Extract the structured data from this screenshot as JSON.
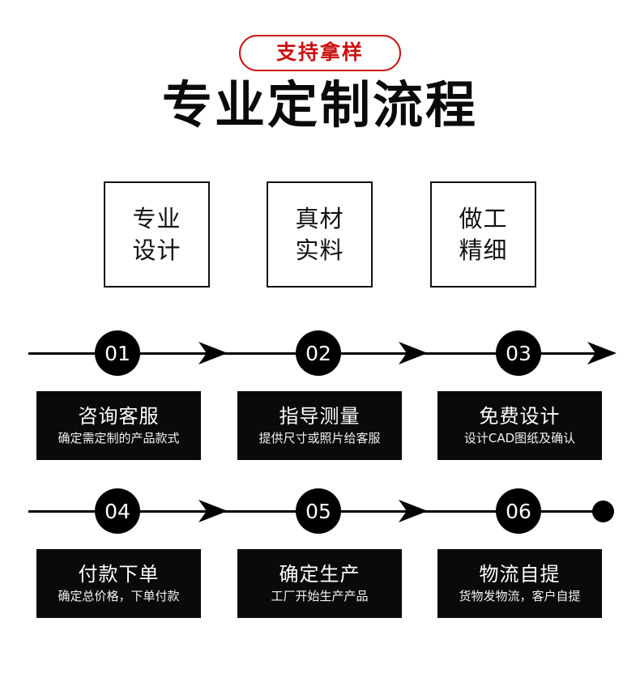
{
  "badge": {
    "label": "支持拿样",
    "color": "#cc1111"
  },
  "title": "专业定制流程",
  "features": [
    {
      "line1": "专业",
      "line2": "设计"
    },
    {
      "line1": "真材",
      "line2": "实料"
    },
    {
      "line1": "做工",
      "line2": "精细"
    }
  ],
  "flow": {
    "rows": [
      {
        "steps": [
          {
            "number": "01",
            "title": "咨询客服",
            "subtitle": "确定需定制的产品款式"
          },
          {
            "number": "02",
            "title": "指导测量",
            "subtitle": "提供尺寸或照片给客服"
          },
          {
            "number": "03",
            "title": "免费设计",
            "subtitle": "设计CAD图纸及确认"
          }
        ],
        "end_marker": "arrow-head-icon"
      },
      {
        "steps": [
          {
            "number": "04",
            "title": "付款下单",
            "subtitle": "确定总价格，下单付款"
          },
          {
            "number": "05",
            "title": "确定生产",
            "subtitle": "工厂开始生产产品"
          },
          {
            "number": "06",
            "title": "物流自提",
            "subtitle": "货物发物流，客户自提"
          }
        ],
        "end_marker": "end-dot-icon"
      }
    ]
  },
  "colors": {
    "accent_red": "#cc1111",
    "ink": "#0a0a0a",
    "paper": "#ffffff"
  }
}
